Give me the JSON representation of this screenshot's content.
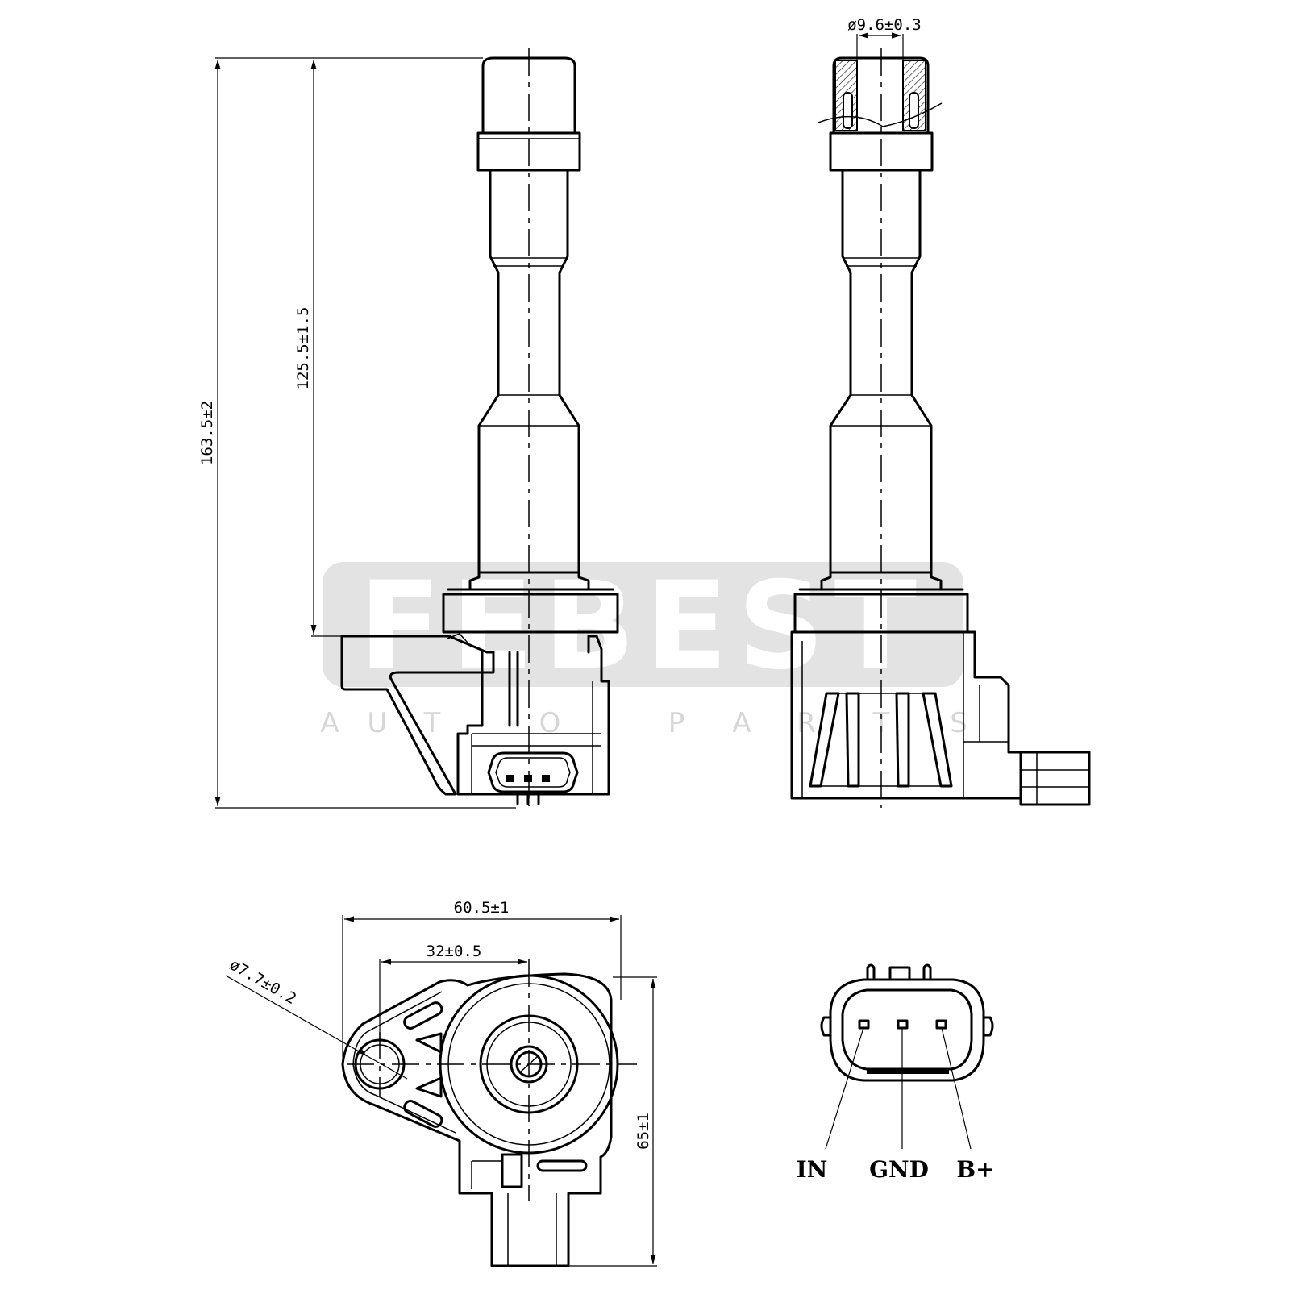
{
  "watermark": {
    "brand": "FEBEST",
    "tagline_letters": [
      "A",
      "U",
      "T",
      "O",
      "P",
      "A",
      "R",
      "T",
      "S"
    ],
    "color": "#e3e3e3"
  },
  "dimensions": {
    "overall_length": "163.5±2",
    "boot_length": "125.5±1.5",
    "terminal_diameter": "ø9.6±0.3",
    "width": "60.5±1",
    "hole_spacing": "32±0.5",
    "mount_hole_diameter": "ø7.7±0.2",
    "depth": "65±1"
  },
  "connector_pins": [
    {
      "label": "IN"
    },
    {
      "label": "GND"
    },
    {
      "label": "B+"
    }
  ],
  "colors": {
    "line": "#000000",
    "background": "#ffffff"
  }
}
